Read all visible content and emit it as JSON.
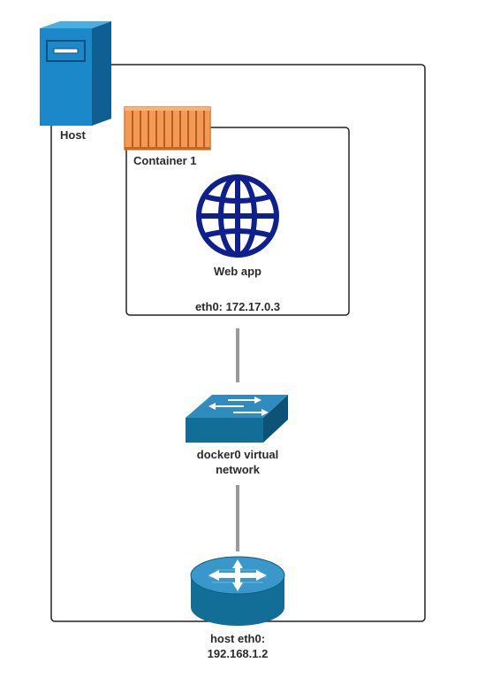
{
  "host": {
    "label": "Host",
    "icon": "server-icon"
  },
  "container": {
    "label": "Container 1",
    "icon": "container-icon",
    "interface": "eth0: 172.17.0.3"
  },
  "webapp": {
    "label": "Web app",
    "icon": "globe-icon"
  },
  "bridge": {
    "label_line1": "docker0 virtual",
    "label_line2": "network",
    "icon": "switch-icon"
  },
  "host_nic": {
    "label_line1": "host eth0:",
    "label_line2": "192.168.1.2",
    "icon": "router-icon"
  },
  "colors": {
    "server_blue": "#1b88c9",
    "network_blue": "#136e97",
    "globe_navy": "#0e1f8f",
    "container_orange": "#f08a3e",
    "connector_gray": "#9a9a9a",
    "outline": "#222222"
  }
}
